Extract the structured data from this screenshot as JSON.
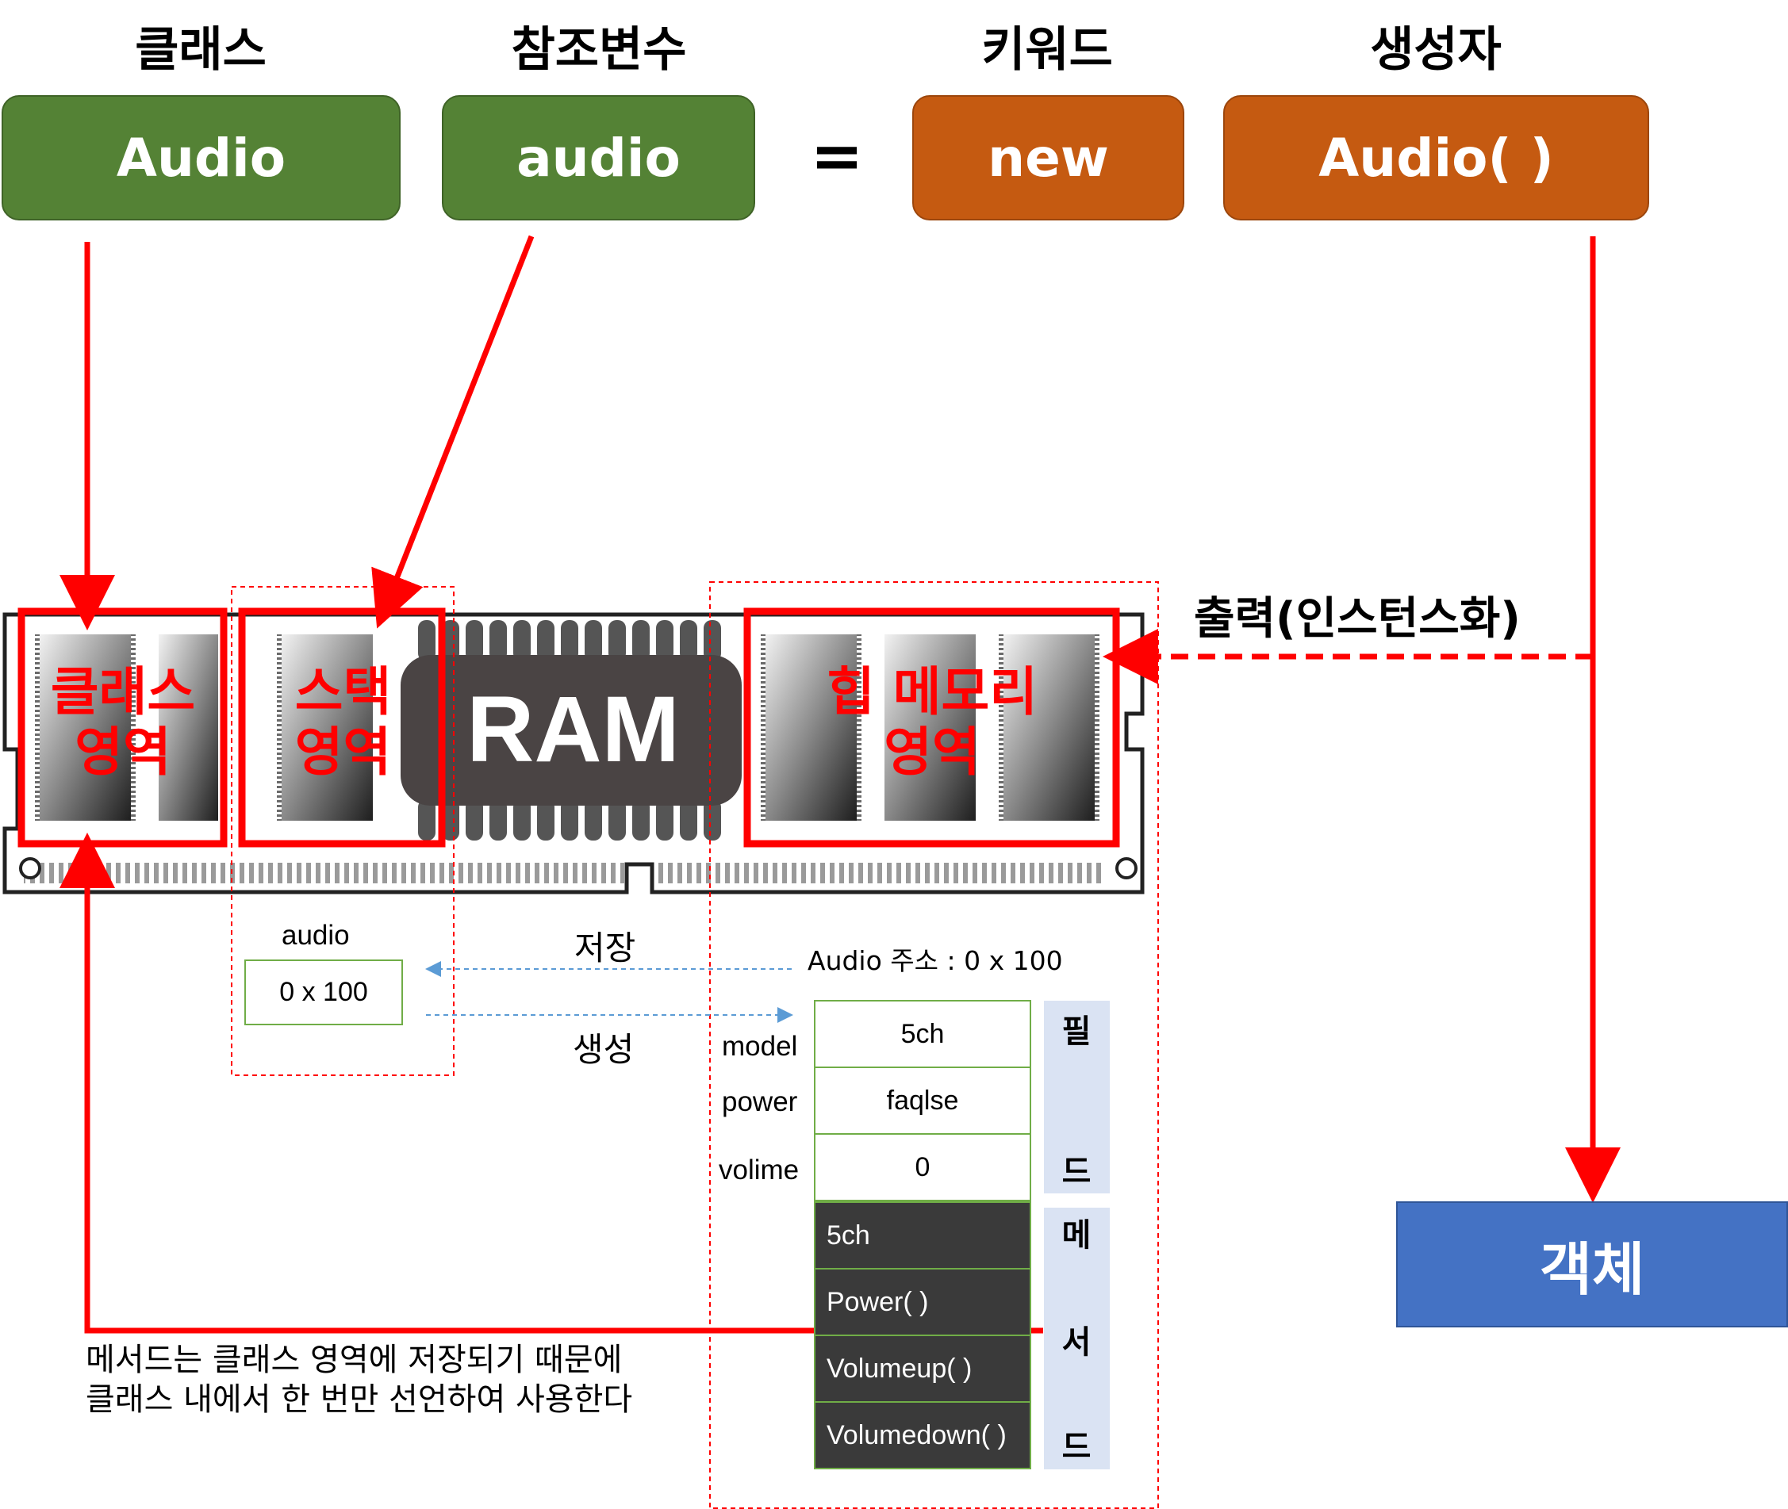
{
  "titles": {
    "class": "클래스",
    "ref_var": "참조변수",
    "keyword": "키워드",
    "constructor": "생성자"
  },
  "boxes": {
    "class": "Audio",
    "ref_var": "audio",
    "equals": "=",
    "keyword": "new",
    "constructor": "Audio( )"
  },
  "ram": {
    "label": "RAM",
    "class_area": [
      "클래스",
      "영역"
    ],
    "stack_area": [
      "스택",
      "영역"
    ],
    "heap_area": [
      "힙 메모리",
      "영역"
    ]
  },
  "output_label": "출력(인스턴스화)",
  "object_label": "객체",
  "stack": {
    "var_name": "audio",
    "value": "0 x 100"
  },
  "arrows": {
    "store": "저장",
    "create": "생성"
  },
  "heap": {
    "address": "Audio 주소 : 0 x 100",
    "fields": [
      {
        "name": "model",
        "value": "5ch"
      },
      {
        "name": "power",
        "value": "faqlse"
      },
      {
        "name": "volime",
        "value": "0"
      }
    ],
    "methods": [
      "5ch",
      "Power( )",
      "Volumeup(  )",
      "Volumedown( )"
    ],
    "field_side": [
      "필",
      "드"
    ],
    "method_side": [
      "메",
      "서",
      "드"
    ]
  },
  "note": [
    "메서드는 클래스 영역에 저장되기 때문에",
    "클래스 내에서 한 번만 선언하여 사용한다"
  ],
  "colors": {
    "green": "#548235",
    "orange": "#c55a11",
    "red": "#ff0000",
    "blue": "#4472c4",
    "light_blue": "#dae3f3"
  }
}
